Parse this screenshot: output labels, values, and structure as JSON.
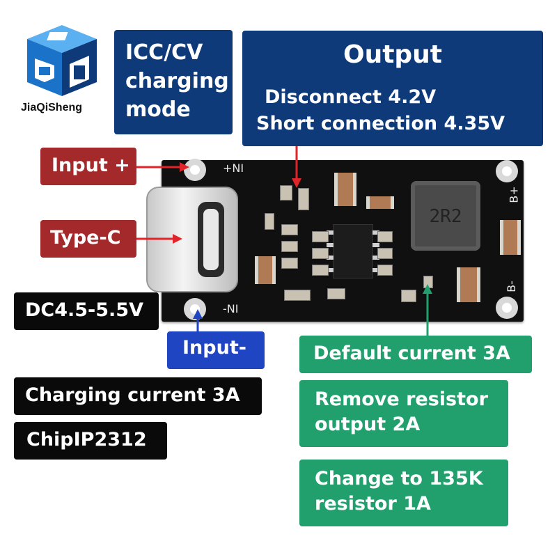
{
  "logo": {
    "brand": "JiaQiSheng",
    "color_blue": "#1a73c9",
    "color_dark": "#0e3a7a"
  },
  "labels": {
    "mode": [
      "ICC/CV",
      "charging",
      "mode"
    ],
    "output_title": "Output",
    "output_line1": "Disconnect 4.2V",
    "output_line2": "Short connection 4.35V",
    "input_plus": "Input +",
    "type_c": "Type-C",
    "dc_range": "DC4.5-5.5V",
    "input_minus": "Input-",
    "charging_current": "Charging current 3A",
    "chip": "ChipIP2312",
    "default_current": "Default current 3A",
    "remove_resistor": [
      "Remove resistor",
      "output 2A"
    ],
    "change_resistor": [
      "Change to 135K",
      "resistor 1A"
    ]
  },
  "pcb": {
    "silk_ni_plus": "+NI",
    "silk_ni_minus": "-NI",
    "silk_b_plus": "B+",
    "silk_b_minus": "B-",
    "inductor": "2R2"
  },
  "colors": {
    "navy": "#0e3a7a",
    "red": "#a3292b",
    "black": "#0a0a0a",
    "blue": "#1f45c2",
    "green": "#21a06d",
    "arrow_red": "#e0242a",
    "arrow_blue": "#1f45c2",
    "arrow_green": "#21a06d"
  }
}
